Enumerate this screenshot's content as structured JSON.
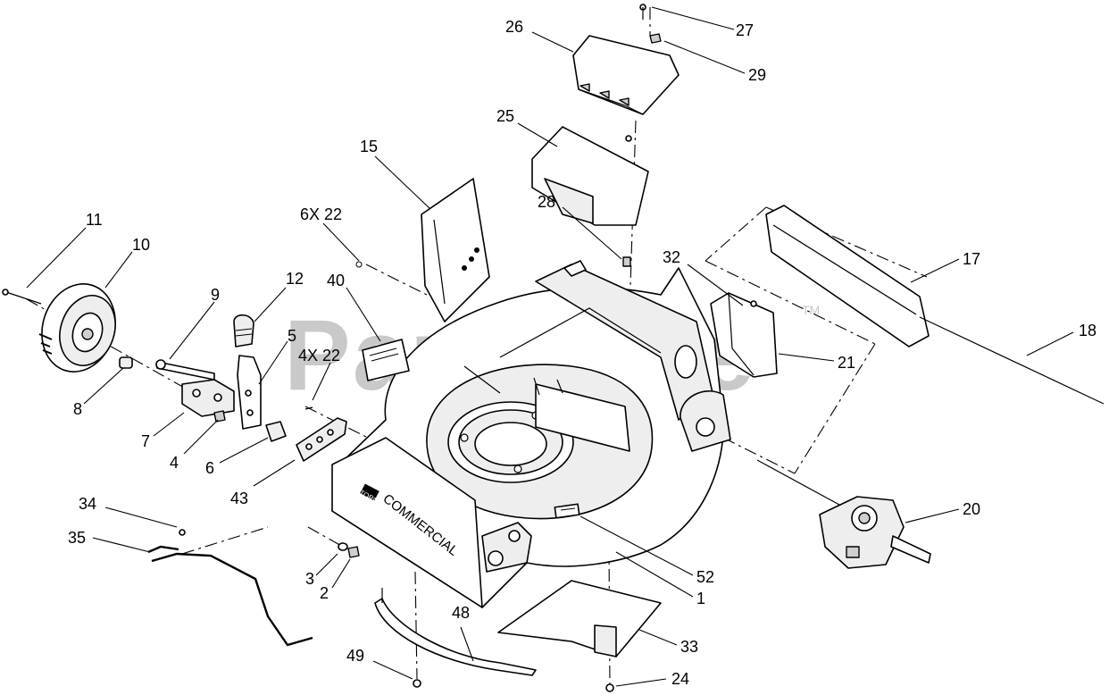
{
  "watermark": {
    "text": "PartsTree",
    "trademark": "TM"
  },
  "deck_brand": {
    "logo": "TORO",
    "text": "COMMERCIAL"
  },
  "callouts": [
    {
      "id": "c11",
      "label": "11"
    },
    {
      "id": "c10",
      "label": "10"
    },
    {
      "id": "c9",
      "label": "9"
    },
    {
      "id": "c12",
      "label": "12"
    },
    {
      "id": "c8",
      "label": "8"
    },
    {
      "id": "c7",
      "label": "7"
    },
    {
      "id": "c4",
      "label": "4"
    },
    {
      "id": "c6",
      "label": "6"
    },
    {
      "id": "c5",
      "label": "5"
    },
    {
      "id": "c40",
      "label": "40"
    },
    {
      "id": "c6x22",
      "label": "6X 22"
    },
    {
      "id": "c4x22",
      "label": "4X 22"
    },
    {
      "id": "c15",
      "label": "15"
    },
    {
      "id": "c43",
      "label": "43"
    },
    {
      "id": "c34",
      "label": "34"
    },
    {
      "id": "c35",
      "label": "35"
    },
    {
      "id": "c3",
      "label": "3"
    },
    {
      "id": "c2",
      "label": "2"
    },
    {
      "id": "c48",
      "label": "48"
    },
    {
      "id": "c49",
      "label": "49"
    },
    {
      "id": "c26",
      "label": "26"
    },
    {
      "id": "c27",
      "label": "27"
    },
    {
      "id": "c29",
      "label": "29"
    },
    {
      "id": "c25",
      "label": "25"
    },
    {
      "id": "c28",
      "label": "28"
    },
    {
      "id": "c32",
      "label": "32"
    },
    {
      "id": "c17",
      "label": "17"
    },
    {
      "id": "c18",
      "label": "18"
    },
    {
      "id": "c21",
      "label": "21"
    },
    {
      "id": "c20",
      "label": "20"
    },
    {
      "id": "c52",
      "label": "52"
    },
    {
      "id": "c1",
      "label": "1"
    },
    {
      "id": "c33",
      "label": "33"
    },
    {
      "id": "c24",
      "label": "24"
    }
  ]
}
